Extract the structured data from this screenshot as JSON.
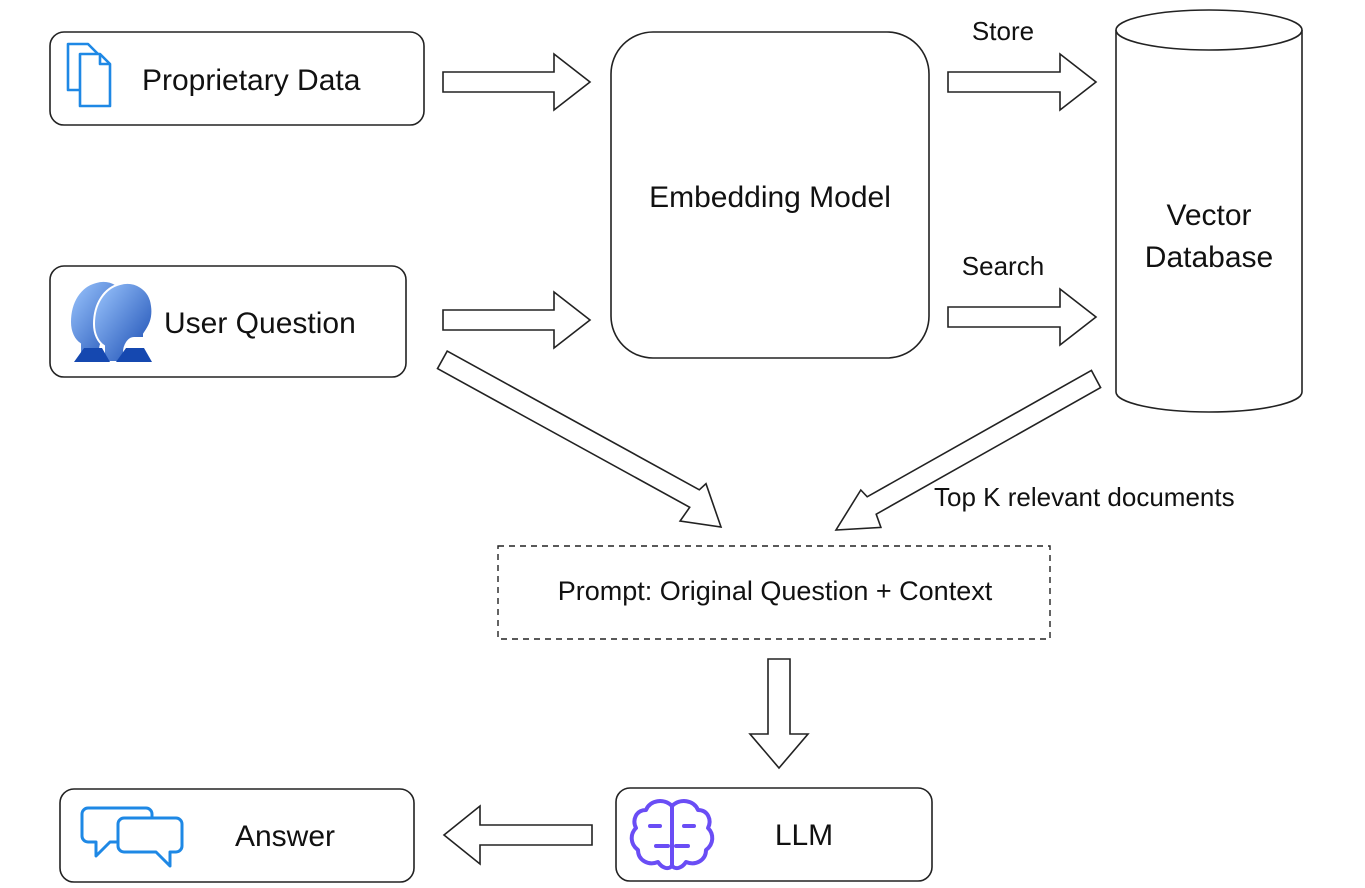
{
  "diagram": {
    "proprietary_data": "Proprietary Data",
    "user_question": "User Question",
    "embedding_model": "Embedding Model",
    "vector_db_line1": "Vector",
    "vector_db_line2": "Database",
    "store": "Store",
    "search": "Search",
    "top_k": "Top K relevant documents",
    "prompt": "Prompt: Original Question + Context",
    "llm": "LLM",
    "answer": "Answer"
  },
  "icons": {
    "documents": "documents-icon",
    "users": "users-icon",
    "brain": "brain-icon",
    "chat": "chat-bubbles-icon"
  },
  "colors": {
    "doc_blue": "#1e88e5",
    "user_blue": "#1565c0",
    "brain_purple": "#6a4df5",
    "chat_blue": "#1e88e5"
  }
}
